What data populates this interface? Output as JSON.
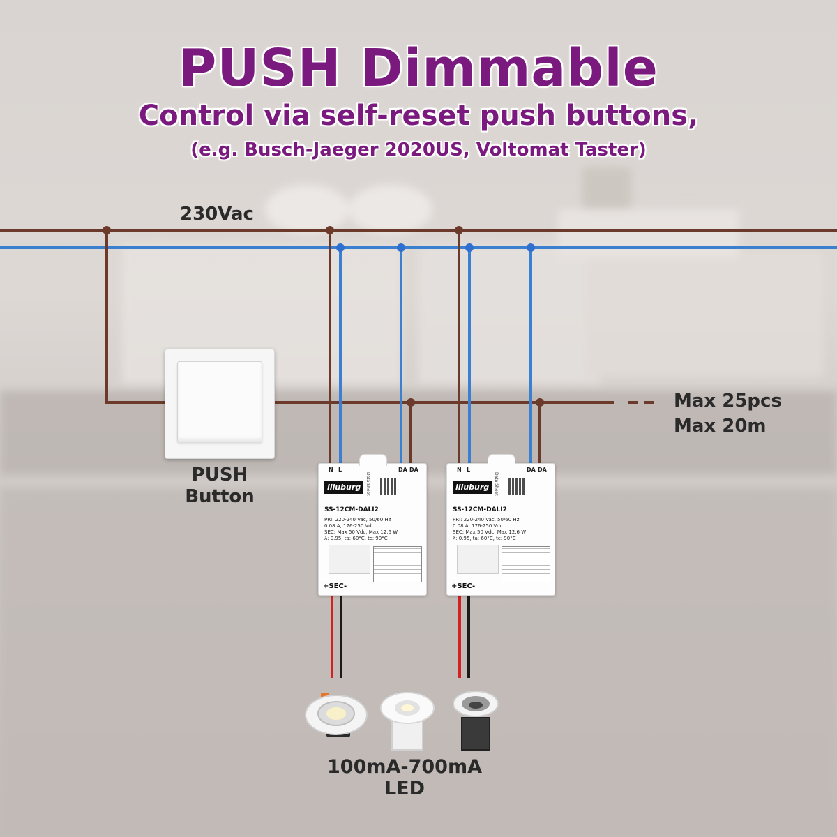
{
  "header": {
    "title": "PUSH Dimmable",
    "subtitle": "Control via self-reset push buttons,",
    "example": "(e.g. Busch-Jaeger 2020US, Voltomat Taster)"
  },
  "supply_label": "230Vac",
  "push_button": {
    "label_line1": "PUSH",
    "label_line2": "Button"
  },
  "limits": {
    "max_pcs": "Max 25pcs",
    "max_length": "Max 20m"
  },
  "led_load": {
    "line1": "100mA-700mA",
    "line2": "LED"
  },
  "modules": [
    {
      "brand": "illuburg",
      "model": "SS-12CM-DALI2",
      "term_n": "N",
      "term_l": "L",
      "term_da1": "DA",
      "term_da2": "DA",
      "pri_line1": "PRI: 220-240 Vac, 50/60 Hz",
      "pri_line2": "0.08 A, 176-250 Vdc",
      "sec_line": "SEC: Max 50 Vdc, Max 12.6 W",
      "lambda_line": "λ: 0.95, ta: 60°C, tc: 90°C",
      "datasheet": "Data Sheet",
      "output_label": "+SEC-"
    },
    {
      "brand": "illuburg",
      "model": "SS-12CM-DALI2",
      "term_n": "N",
      "term_l": "L",
      "term_da1": "DA",
      "term_da2": "DA",
      "pri_line1": "PRI: 220-240 Vac, 50/60 Hz",
      "pri_line2": "0.08 A, 176-250 Vdc",
      "sec_line": "SEC: Max 50 Vdc, Max 12.6 W",
      "lambda_line": "λ: 0.95, ta: 60°C, tc: 90°C",
      "datasheet": "Data Sheet",
      "output_label": "+SEC-"
    }
  ],
  "colors": {
    "title": "#7a1a7e",
    "live_wire": "#6b3a2a",
    "neutral_wire": "#3a7fd0",
    "node_live": "#6b3a2a",
    "node_neutral": "#2f6fd0",
    "led_positive": "#d62020",
    "led_negative": "#1a1a1a"
  },
  "icons": [
    "push-button-switch",
    "led-driver-module",
    "downlight-gimbal",
    "downlight-white",
    "downlight-black"
  ]
}
